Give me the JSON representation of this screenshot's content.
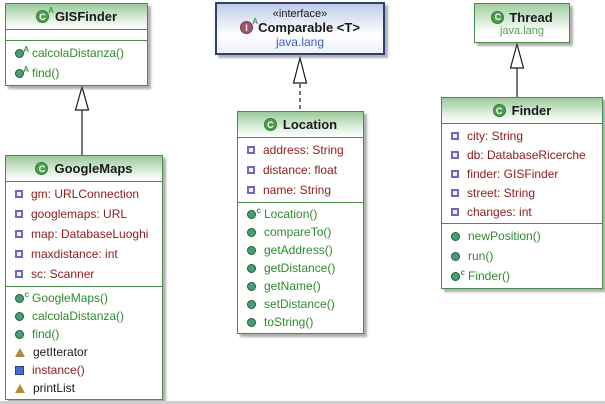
{
  "colors": {
    "class_border": "#4a8b4a",
    "class_header_top": "#9bc99b",
    "interface_border": "#2e3f77",
    "interface_header_top": "#bfcbe9",
    "field_text": "#8e1b1b",
    "method_text": "#2e8b2e",
    "plain_text": "#1a1a1a",
    "package_text_blue": "#3b5cc4",
    "package_text_green": "#5aa05a"
  },
  "icons": {
    "class-icon": "green circle with letter C",
    "abstract-class-icon": "green circle with letter C and superscript A",
    "interface-icon": "maroon circle with letter I and superscript A",
    "method-icon": "filled green circle",
    "abstract-method-icon": "filled green circle with superscript A",
    "constructor-icon": "filled green circle with superscript c",
    "field-icon": "small violet outlined square",
    "triangle-member-icon": "gold filled triangle",
    "static-method-icon": "blue filled square",
    "extends-arrow": "solid line with hollow triangle head",
    "implements-arrow": "dashed line with hollow triangle head"
  },
  "classes": {
    "gisfinder": {
      "name": "GISFinder",
      "methods": [
        "calcolaDistanza()",
        "find()"
      ]
    },
    "comparable": {
      "stereotype": "«interface»",
      "name": "Comparable <T>",
      "package": "java.lang"
    },
    "thread": {
      "name": "Thread",
      "package": "java.lang"
    },
    "googlemaps": {
      "name": "GoogleMaps",
      "fields": [
        "gm: URLConnection",
        "googlemaps: URL",
        "map: DatabaseLuoghi",
        "maxdistance: int",
        "sc: Scanner"
      ],
      "methods": [
        "GoogleMaps()",
        "calcolaDistanza()",
        "find()",
        "getIterator",
        "instance()",
        "printList"
      ]
    },
    "location": {
      "name": "Location",
      "fields": [
        "address: String",
        "distance: float",
        "name: String"
      ],
      "methods": [
        "Location()",
        "compareTo()",
        "getAddress()",
        "getDistance()",
        "getName()",
        "setDistance()",
        "toString()"
      ]
    },
    "finder": {
      "name": "Finder",
      "fields": [
        "city: String",
        "db: DatabaseRicerche",
        "finder: GISFinder",
        "street: String",
        "changes: int"
      ],
      "methods": [
        "newPosition()",
        "run()",
        "Finder()"
      ]
    }
  }
}
